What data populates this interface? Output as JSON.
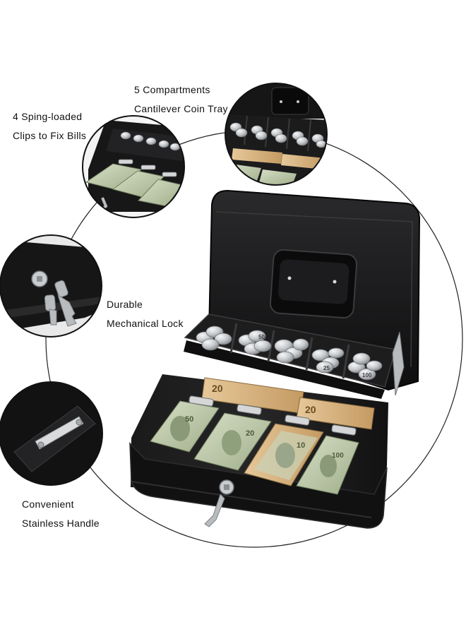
{
  "callouts": {
    "compartments": {
      "line1": "5 Compartments",
      "line2": "Cantilever Coin Tray"
    },
    "clips": {
      "line1": "4 Sping-loaded",
      "line2": "Clips to Fix Bills"
    },
    "lock": {
      "line1": "Durable",
      "line2": "Mechanical Lock"
    },
    "handle": {
      "line1": "Convenient",
      "line2": "Stainless Handle"
    }
  },
  "bill_denominations": [
    "50",
    "20",
    "10",
    "100"
  ],
  "coin_markings": [
    "50",
    "25",
    "100"
  ],
  "colors": {
    "box_body": "#151516",
    "tray": "#1d1d1e",
    "coin_silver": "#cfd2d4",
    "bill_green": "#b8c4a4",
    "bill_tan": "#d7b98b",
    "key_silver": "#b9bcbf",
    "circle_stroke": "#222222"
  }
}
